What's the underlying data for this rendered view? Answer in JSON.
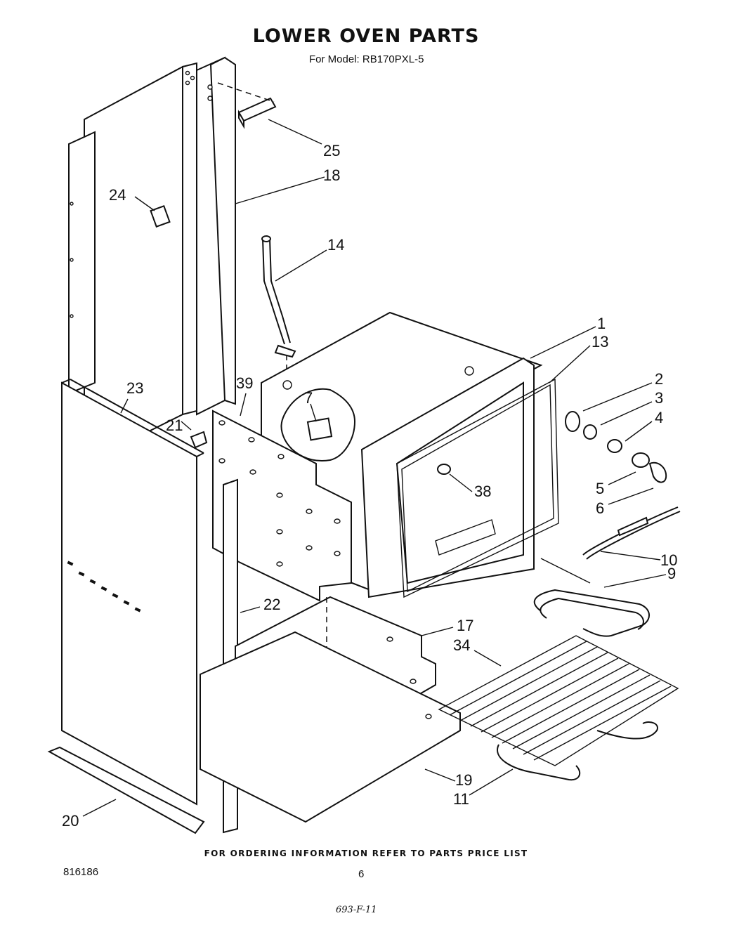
{
  "header": {
    "title": "LOWER OVEN PARTS",
    "subtitle": "For Model: RB170PXL-5"
  },
  "footer": {
    "ordering_note": "FOR ORDERING INFORMATION REFER TO PARTS PRICE LIST",
    "document_number": "816186",
    "page_number": "6",
    "handwritten_note": "693-F-11"
  },
  "callouts": [
    "25",
    "18",
    "24",
    "14",
    "1",
    "13",
    "2",
    "3",
    "4",
    "5",
    "6",
    "7",
    "23",
    "39",
    "21",
    "38",
    "10",
    "9",
    "22",
    "17",
    "34",
    "19",
    "11",
    "20"
  ]
}
